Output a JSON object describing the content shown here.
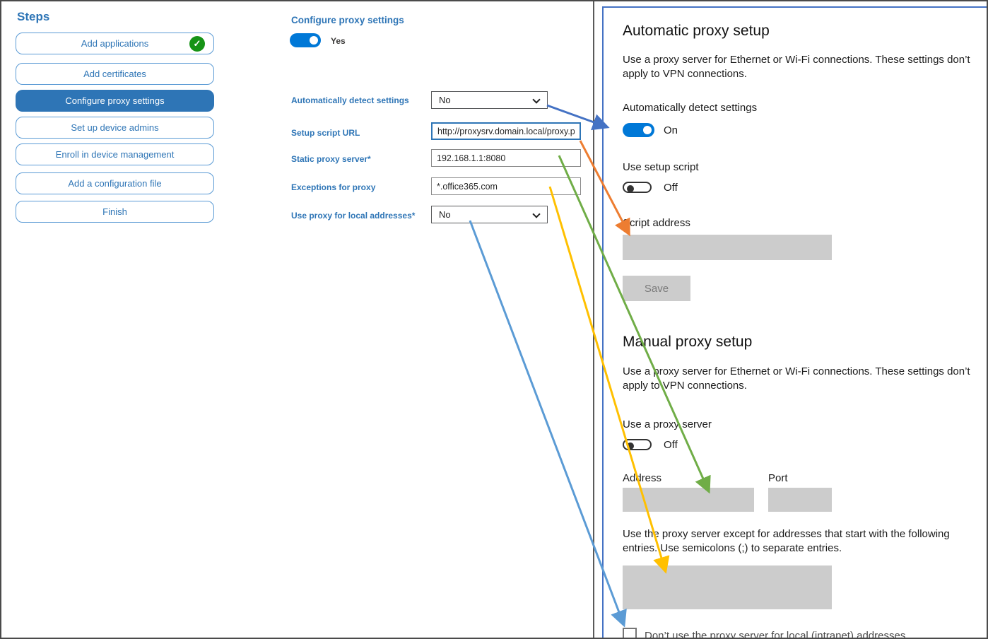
{
  "sidebar": {
    "title": "Steps",
    "items": [
      {
        "label": "Add applications",
        "completed": true,
        "selected": false
      },
      {
        "label": "Add certificates",
        "completed": false,
        "selected": false
      },
      {
        "label": "Configure proxy settings",
        "completed": false,
        "selected": true
      },
      {
        "label": "Set up device admins",
        "completed": false,
        "selected": false
      },
      {
        "label": "Enroll in device management",
        "completed": false,
        "selected": false
      },
      {
        "label": "Add a configuration file",
        "completed": false,
        "selected": false
      },
      {
        "label": "Finish",
        "completed": false,
        "selected": false
      }
    ],
    "check_glyph": "✓"
  },
  "form": {
    "title": "Configure proxy settings",
    "enable_toggle": {
      "state": "on",
      "label": "Yes"
    },
    "fields": [
      {
        "label": "Automatically detect settings",
        "type": "dropdown",
        "value": "No"
      },
      {
        "label": "Setup script URL",
        "type": "text",
        "value": "http://proxysrv.domain.local/proxy.pa",
        "focused": true
      },
      {
        "label": "Static proxy server*",
        "type": "text",
        "value": "192.168.1.1:8080"
      },
      {
        "label": "Exceptions for proxy",
        "type": "text",
        "value": "*.office365.com"
      },
      {
        "label": "Use proxy for local addresses*",
        "type": "dropdown",
        "value": "No"
      }
    ]
  },
  "settings_panel": {
    "automatic": {
      "title": "Automatic proxy setup",
      "description": "Use a proxy server for Ethernet or Wi-Fi connections. These settings don’t apply to VPN connections.",
      "detect_label": "Automatically detect settings",
      "detect_state": "On",
      "script_toggle_label": "Use setup script",
      "script_toggle_state": "Off",
      "script_address_label": "Script address",
      "save_label": "Save"
    },
    "manual": {
      "title": "Manual proxy setup",
      "description": "Use a proxy server for Ethernet or Wi-Fi connections. These settings don’t apply to VPN connections.",
      "proxy_toggle_label": "Use a proxy server",
      "proxy_toggle_state": "Off",
      "address_label": "Address",
      "port_label": "Port",
      "exceptions_text": "Use the proxy server except for addresses that start with the following entries. Use semicolons (;) to separate entries.",
      "checkbox_label": "Don’t use the proxy server for local (intranet) addresses",
      "checkbox_checked": false
    }
  },
  "arrows": [
    {
      "name": "detect-settings-mapping",
      "color": "#4472c4"
    },
    {
      "name": "setup-script-mapping",
      "color": "#ed7d31"
    },
    {
      "name": "static-proxy-mapping",
      "color": "#70ad47"
    },
    {
      "name": "exceptions-mapping",
      "color": "#ffc000"
    },
    {
      "name": "local-addresses-mapping",
      "color": "#5b9bd5"
    }
  ],
  "colors": {
    "accent_blue": "#2e75b6",
    "button_border": "#5b9bd5",
    "toggle_on_blue": "#0078d7",
    "panel_border": "#4472c4",
    "gray_field": "#cccccc",
    "check_green": "#169316"
  }
}
